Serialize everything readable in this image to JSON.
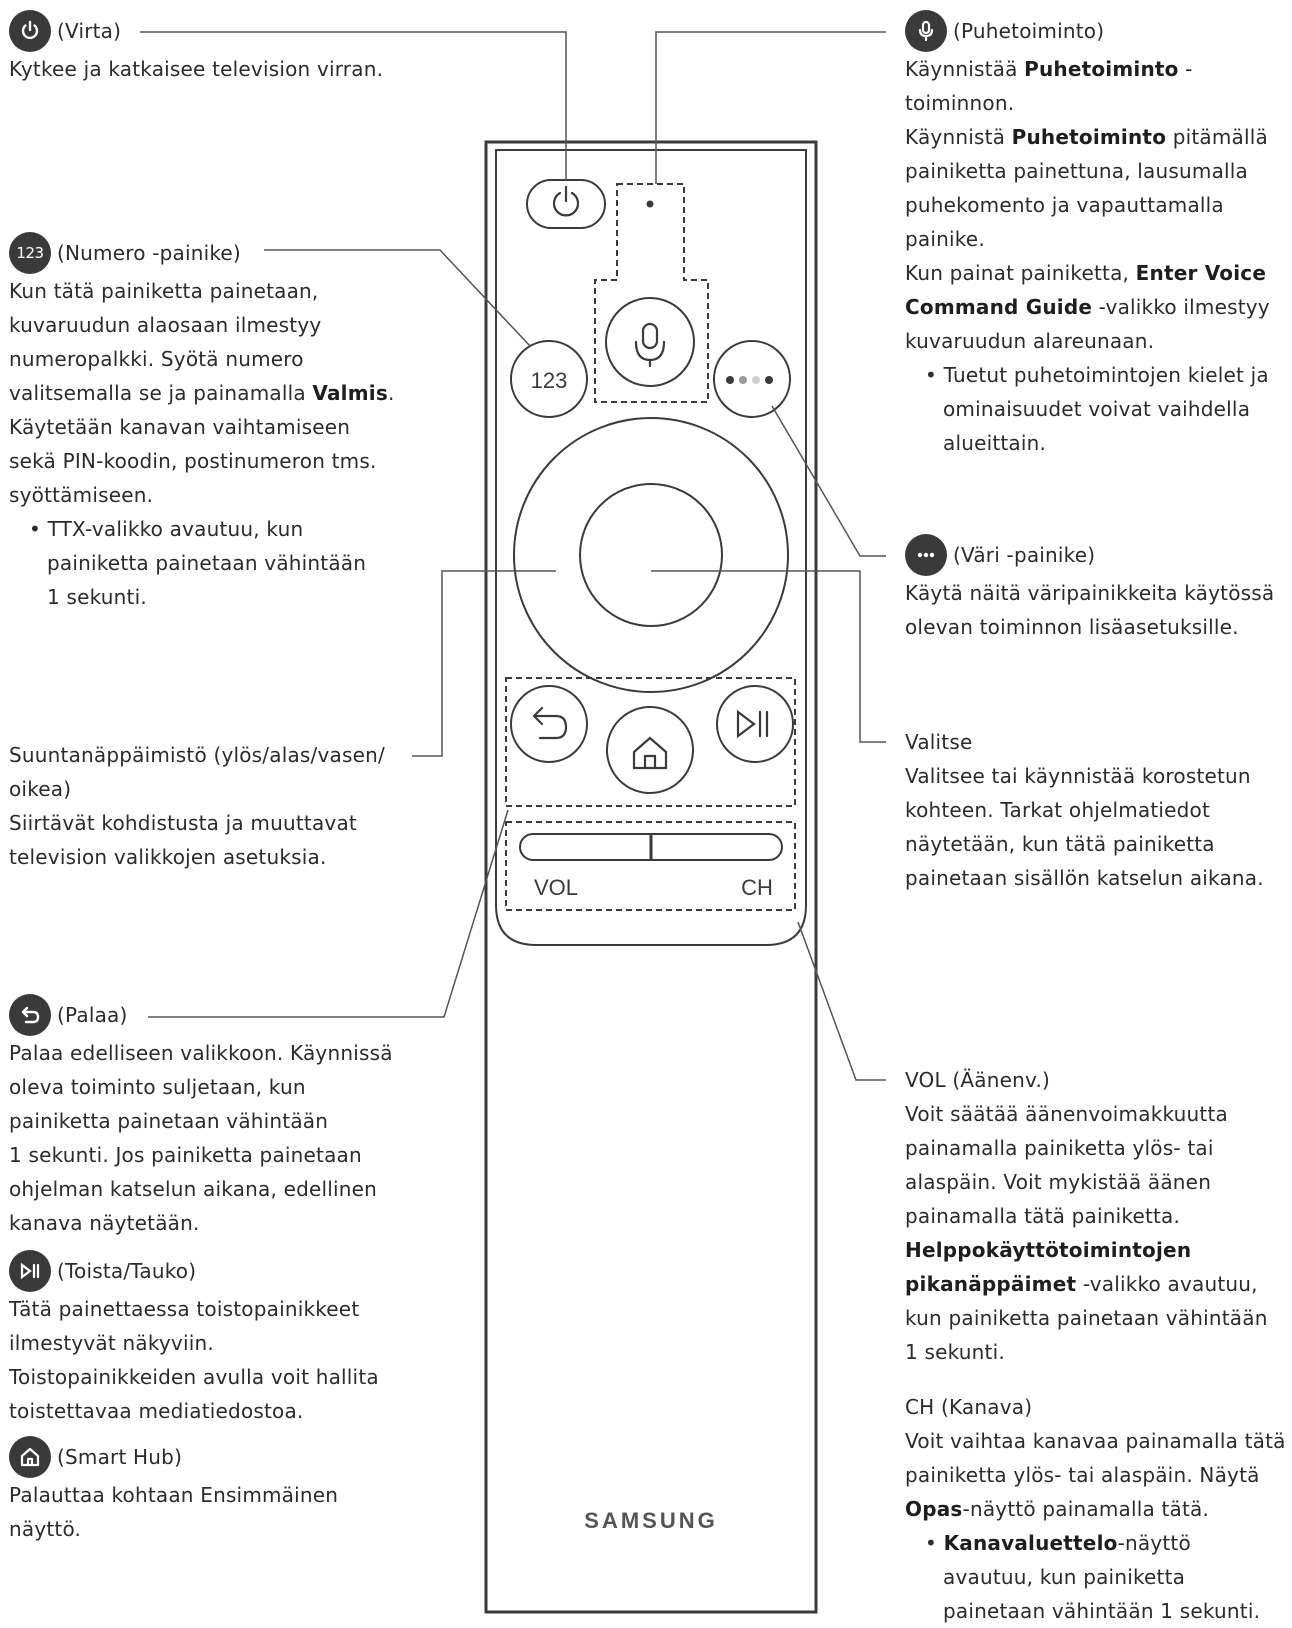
{
  "left": {
    "virta": {
      "icon": "power-icon",
      "title": "(Virta)",
      "desc": "Kytkee ja katkaisee television virran."
    },
    "numero": {
      "icon": "123",
      "title": "(Numero -painike)",
      "desc_lines": [
        "Kun tätä painiketta painetaan,",
        "kuvaruudun alaosaan ilmestyy",
        "numeropalkki. Syötä numero"
      ],
      "desc_pre": "valitsemalla se ja painamalla ",
      "desc_bold": "Valmis",
      "desc_post": ".",
      "desc_lines2": [
        "Käytetään kanavan vaihtamiseen",
        "sekä PIN-koodin, postinumeron tms.",
        "syöttämiseen."
      ],
      "bullet": "TTX-valikko avautuu, kun painiketta painetaan vähintään 1 sekunti."
    },
    "suunta": {
      "title_lines": [
        "Suuntanäppäimistö (ylös/alas/vasen/",
        "oikea)"
      ],
      "desc_lines": [
        "Siirtävät kohdistusta ja muuttavat",
        "television valikkojen asetuksia."
      ]
    },
    "palaa": {
      "icon": "back-icon",
      "title": "(Palaa)",
      "desc_lines": [
        "Palaa edelliseen valikkoon. Käynnissä",
        "oleva toiminto suljetaan, kun",
        "painiketta painetaan vähintään",
        "1 sekunti. Jos painiketta painetaan",
        "ohjelman katselun aikana, edellinen",
        "kanava näytetään."
      ]
    },
    "toista": {
      "icon": "play-pause-icon",
      "title": "(Toista/Tauko)",
      "desc_lines": [
        "Tätä painettaessa toistopainikkeet",
        "ilmestyvät näkyviin.",
        "Toistopainikkeiden avulla voit hallita",
        "toistettavaa mediatiedostoa."
      ]
    },
    "smarthub": {
      "icon": "home-icon",
      "title": "(Smart Hub)",
      "desc_lines": [
        "Palauttaa kohtaan Ensimmäinen",
        "näyttö."
      ]
    }
  },
  "right": {
    "puhe": {
      "icon": "microphone-icon",
      "title": "(Puhetoiminto)",
      "l1_pre": "Käynnistää ",
      "l1_bold": "Puhetoiminto",
      "l1_post": " -toiminnon.",
      "l2_pre": "Käynnistä ",
      "l2_bold": "Puhetoiminto",
      "l2_post": " pitämällä",
      "lines_mid": [
        "painiketta painettuna, lausumalla",
        "puhekomento ja vapauttamalla",
        "painike."
      ],
      "l3_pre": "Kun painat painiketta, ",
      "l3_bold": "Enter Voice",
      "l4_bold": "Command Guide",
      "l4_post": " -valikko ilmestyy",
      "l5": "kuvaruudun alareunaan.",
      "bullet": "Tuetut puhetoimintojen kielet ja ominaisuudet voivat vaihdella alueittain."
    },
    "vari": {
      "icon": "color-dots-icon",
      "title": "(Väri -painike)",
      "desc_lines": [
        "Käytä näitä väripainikkeita käytössä",
        "olevan toiminnon lisäasetuksille."
      ]
    },
    "valitse": {
      "title": "Valitse",
      "desc_lines": [
        "Valitsee tai käynnistää korostetun",
        "kohteen. Tarkat ohjelmatiedot",
        "näytetään, kun tätä painiketta",
        "painetaan sisällön katselun aikana."
      ]
    },
    "vol": {
      "title": "VOL (Äänenv.)",
      "desc_lines": [
        "Voit säätää äänenvoimakkuutta",
        "painamalla painiketta ylös- tai",
        "alaspäin. Voit mykistää äänen",
        "painamalla tätä painiketta."
      ],
      "bold_line1": "Helppokäyttötoimintojen",
      "bold_line2": "pikanäppäimet",
      "post2": " -valikko avautuu,",
      "desc_lines2": [
        "kun painiketta painetaan vähintään",
        "1 sekunti."
      ]
    },
    "ch": {
      "title": "CH (Kanava)",
      "desc_lines": [
        "Voit vaihtaa kanavaa painamalla tätä",
        "painiketta ylös- tai alaspäin. Näytä"
      ],
      "l3_bold": "Opas",
      "l3_post": "-näyttö painamalla tätä.",
      "bullet_bold": "Kanavaluettelo",
      "bullet_rest": "-näyttö avautuu, kun painiketta painetaan vähintään 1 sekunti."
    }
  },
  "remote": {
    "btn_123": "123",
    "vol_label": "VOL",
    "ch_label": "CH",
    "brand": "SAMSUNG"
  }
}
